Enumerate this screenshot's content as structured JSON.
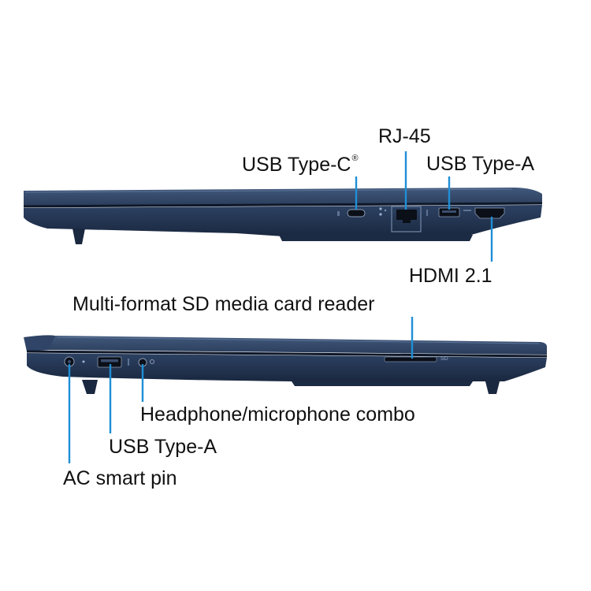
{
  "colors": {
    "chassis": "#2a3c5a",
    "chassis_dark": "#1b2a42",
    "chassis_light": "#4a6386",
    "port": "#0b0f17",
    "callout": "#1f8fd6",
    "text": "#111111",
    "background": "#ffffff"
  },
  "right_side_view": {
    "ports": {
      "usb_c": {
        "label": "USB Type-C",
        "mark": "®",
        "icon": "usb-c-port"
      },
      "rj45": {
        "label": "RJ-45",
        "icon": "ethernet-port"
      },
      "usb_a": {
        "label": "USB Type-A",
        "icon": "usb-a-port"
      },
      "hdmi": {
        "label": "HDMI 2.1",
        "icon": "hdmi-port"
      }
    }
  },
  "left_side_view": {
    "ports": {
      "sd_reader": {
        "label": "Multi-format SD media card reader",
        "engraving": "SD",
        "icon": "sd-card-slot"
      },
      "audio": {
        "label": "Headphone/microphone combo",
        "icon": "audio-jack"
      },
      "usb_a": {
        "label": "USB Type-A",
        "icon": "usb-a-port"
      },
      "ac_pin": {
        "label": "AC smart pin",
        "icon": "dc-power-jack"
      }
    }
  }
}
